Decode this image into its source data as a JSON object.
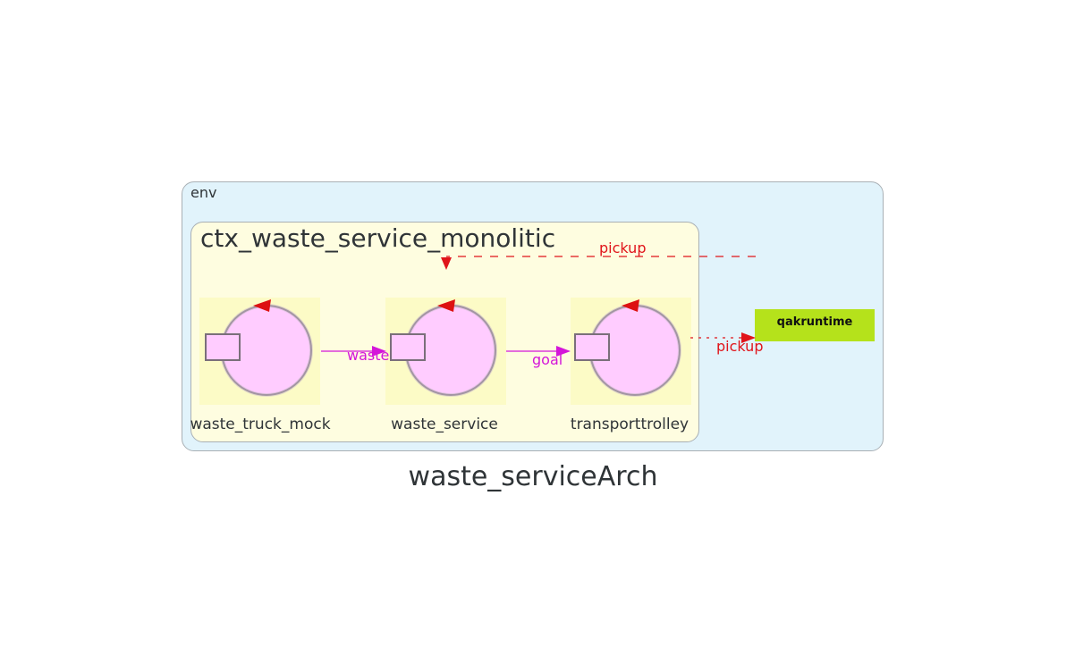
{
  "diagram": {
    "title": "waste_serviceArch",
    "env_label": "env",
    "context_label": "ctx_waste_service_monolitic",
    "actors": [
      {
        "id": "waste_truck_mock",
        "label": "waste_truck_mock"
      },
      {
        "id": "waste_service",
        "label": "waste_service"
      },
      {
        "id": "transporttrolley",
        "label": "transporttrolley"
      }
    ],
    "external": {
      "label": "qakruntime"
    },
    "edges": [
      {
        "from": "waste_truck_mock",
        "to": "waste_service",
        "label": "waste",
        "kind": "dispatch"
      },
      {
        "from": "waste_service",
        "to": "transporttrolley",
        "label": "goal",
        "kind": "dispatch"
      },
      {
        "from": "transporttrolley",
        "to": "qakruntime",
        "label": "pickup",
        "kind": "emit"
      },
      {
        "from": "qakruntime",
        "to": "waste_service",
        "label": "pickup",
        "kind": "event"
      }
    ]
  },
  "colors": {
    "env_fill": "#e1f3fb",
    "context_fill": "#fefde0",
    "actor_fill": "#ffccff",
    "external_fill": "#b5e21b",
    "dispatch_edge": "#d416d9",
    "event_edge": "#e0141a"
  },
  "icons": {
    "actor": "actor-icon"
  }
}
